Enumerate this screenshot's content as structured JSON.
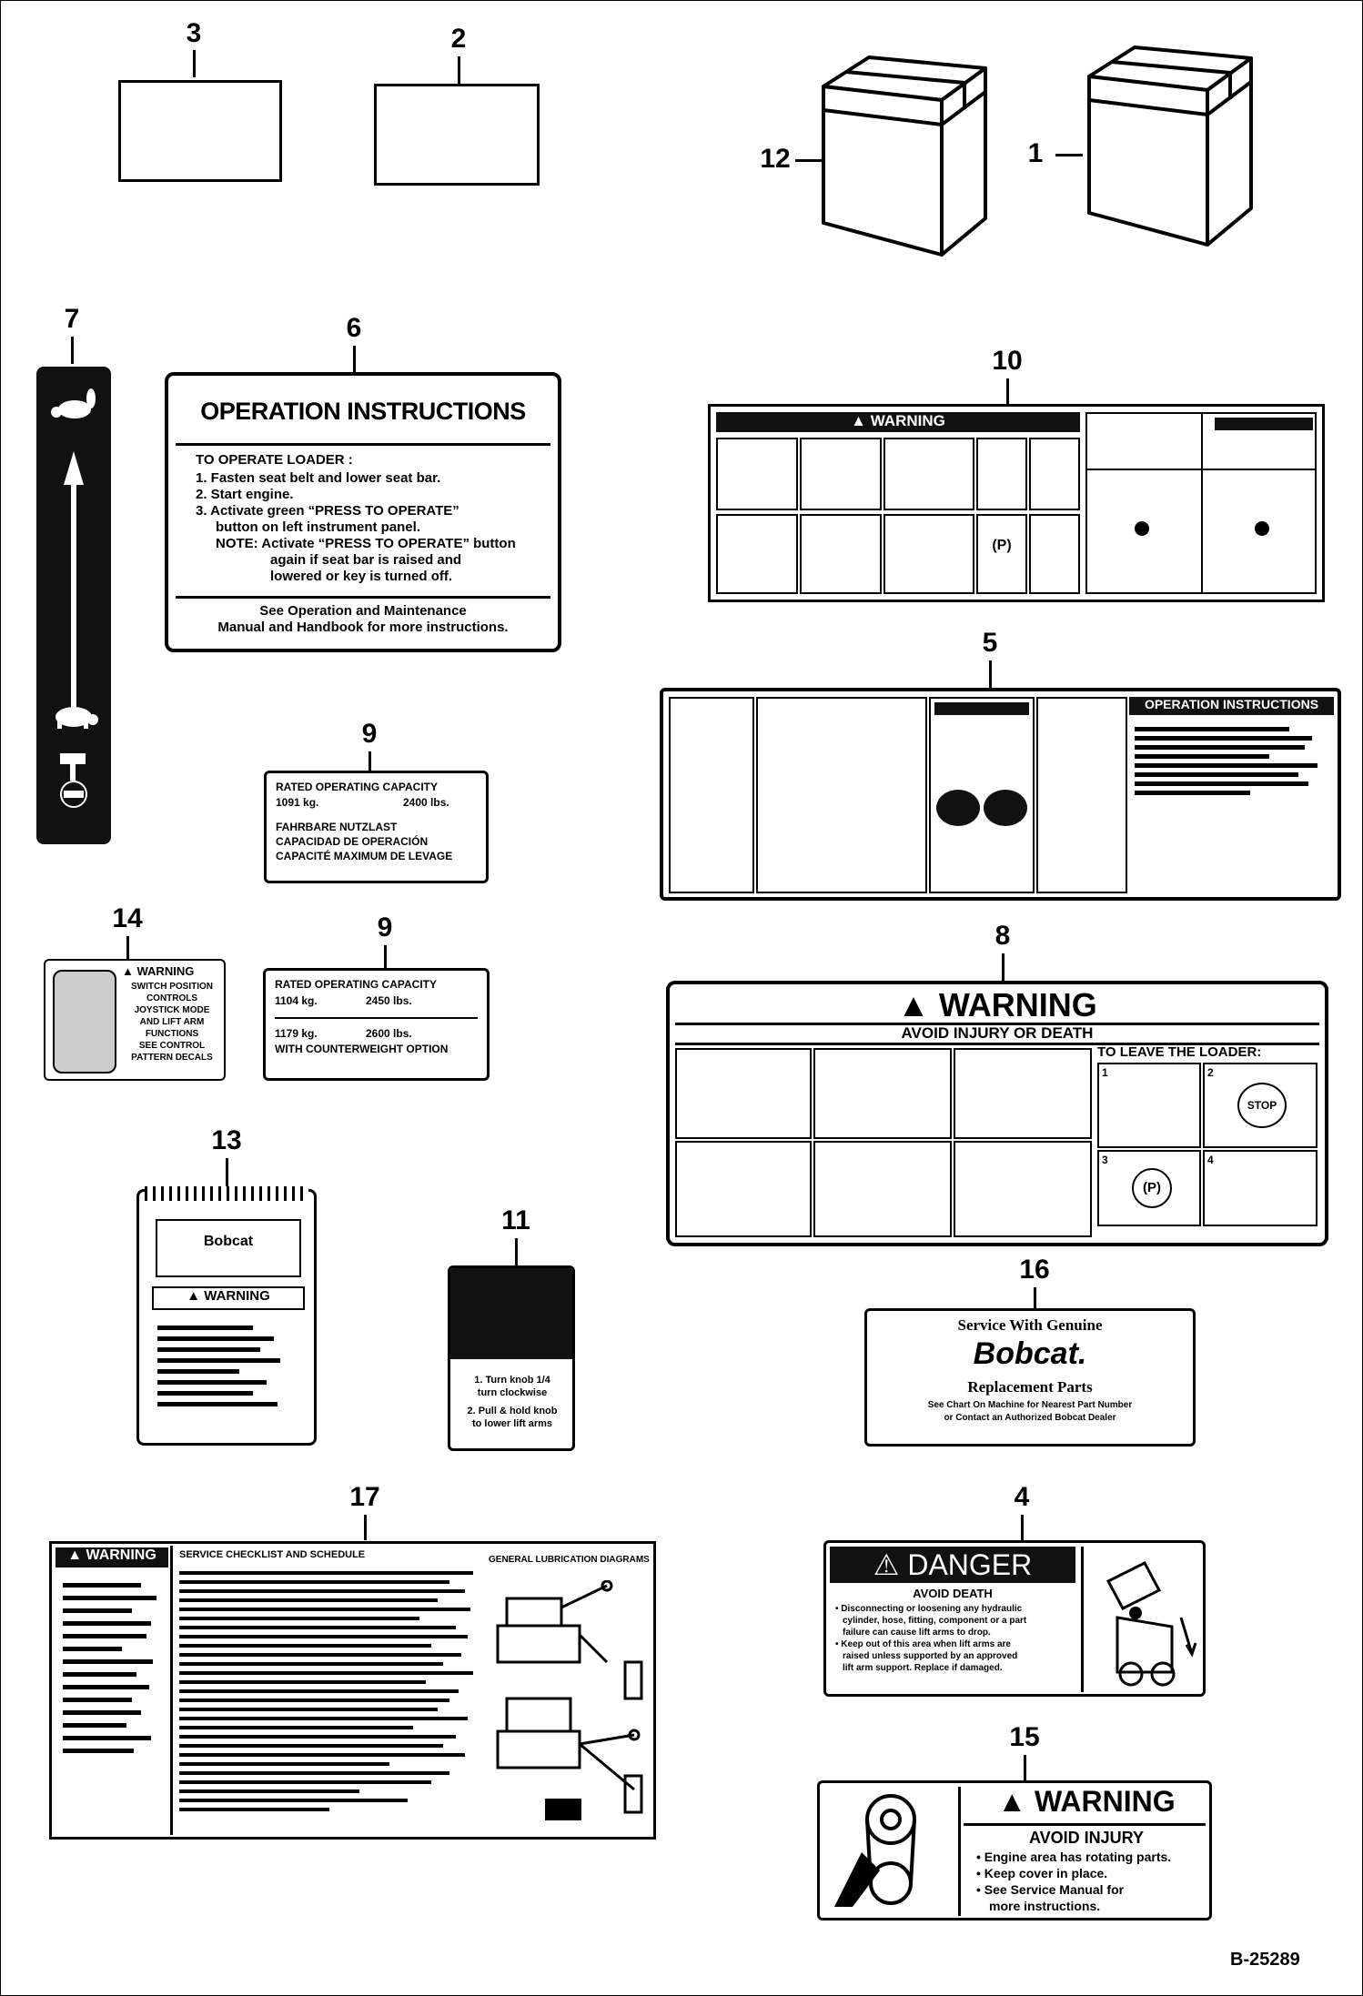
{
  "diagram_code": "B-25289",
  "callouts": {
    "c1": "1",
    "c2": "2",
    "c3": "3",
    "c4": "4",
    "c5": "5",
    "c6": "6",
    "c7": "7",
    "c8": "8",
    "c9a": "9",
    "c9b": "9",
    "c10": "10",
    "c11": "11",
    "c12": "12",
    "c13": "13",
    "c14": "14",
    "c15": "15",
    "c16": "16",
    "c17": "17"
  },
  "decal6": {
    "title": "OPERATION INSTRUCTIONS",
    "subtitle": "TO OPERATE LOADER :",
    "steps": [
      "1.  Fasten seat belt and lower seat bar.",
      "2.  Start engine.",
      "3.  Activate green “PRESS TO OPERATE”",
      "button on left instrument panel.",
      "NOTE:  Activate “PRESS TO OPERATE” button",
      "again if seat bar is raised and",
      "lowered or key is turned off."
    ],
    "footer1": "See Operation and Maintenance",
    "footer2": "Manual and Handbook for more instructions."
  },
  "decal9a": {
    "line1": "RATED OPERATING CAPACITY",
    "kg": "1091 kg.",
    "lbs": "2400 lbs.",
    "line3": "FAHRBARE NUTZLAST",
    "line4": "CAPACIDAD DE OPERACIÓN",
    "line5": "CAPACITÉ MAXIMUM DE LEVAGE"
  },
  "decal9b": {
    "line1": "RATED OPERATING CAPACITY",
    "kg1": "1104 kg.",
    "lbs1": "2450 lbs.",
    "kg2": "1179 kg.",
    "lbs2": "2600 lbs.",
    "line4": "WITH COUNTERWEIGHT OPTION"
  },
  "decal14": {
    "title": "WARNING",
    "lines": [
      "SWITCH POSITION",
      "CONTROLS",
      "JOYSTICK MODE",
      "AND LIFT ARM",
      "FUNCTIONS",
      "SEE CONTROL",
      "PATTERN DECALS"
    ]
  },
  "decal8": {
    "title": "WARNING",
    "subtitle": "AVOID INJURY OR DEATH",
    "leave": "TO LEAVE THE LOADER:",
    "stop": "STOP",
    "park": "(P)",
    "nums": [
      "1",
      "2",
      "3",
      "4"
    ]
  },
  "decal10": {
    "title": "WARNING",
    "park": "(P)"
  },
  "decal5": {
    "title": "OPERATION INSTRUCTIONS"
  },
  "decal13": {
    "brand": "Bobcat",
    "title": "WARNING"
  },
  "decal11": {
    "line1": "1. Turn knob 1/4",
    "line2": "turn clockwise",
    "line3": "2. Pull & hold knob",
    "line4": "to lower lift arms"
  },
  "decal16": {
    "line1": "Service With Genuine",
    "brand": "Bobcat.",
    "line3": "Replacement Parts",
    "line4": "See Chart On Machine for Nearest Part Number",
    "line5": "or Contact an Authorized Bobcat Dealer"
  },
  "decal4": {
    "title": "DANGER",
    "subtitle": "AVOID DEATH",
    "b1": "• Disconnecting or loosening any hydraulic",
    "b2": "cylinder, hose, fitting, component or a part",
    "b3": "failure can cause lift arms to drop.",
    "b4": "• Keep out of this area when lift arms are",
    "b5": "raised unless supported by an approved",
    "b6": "lift arm support. Replace if damaged."
  },
  "decal15": {
    "title": "WARNING",
    "subtitle": "AVOID INJURY",
    "b1": "• Engine area has rotating parts.",
    "b2": "• Keep cover in place.",
    "b3": "• See Service Manual for",
    "b4": "more instructions."
  },
  "decal17": {
    "warning": "WARNING",
    "checklist": "SERVICE CHECKLIST AND SCHEDULE",
    "lube": "GENERAL LUBRICATION DIAGRAMS"
  },
  "colors": {
    "ink": "#000000",
    "paper": "#ffffff",
    "shade": "#bbbbbb"
  }
}
